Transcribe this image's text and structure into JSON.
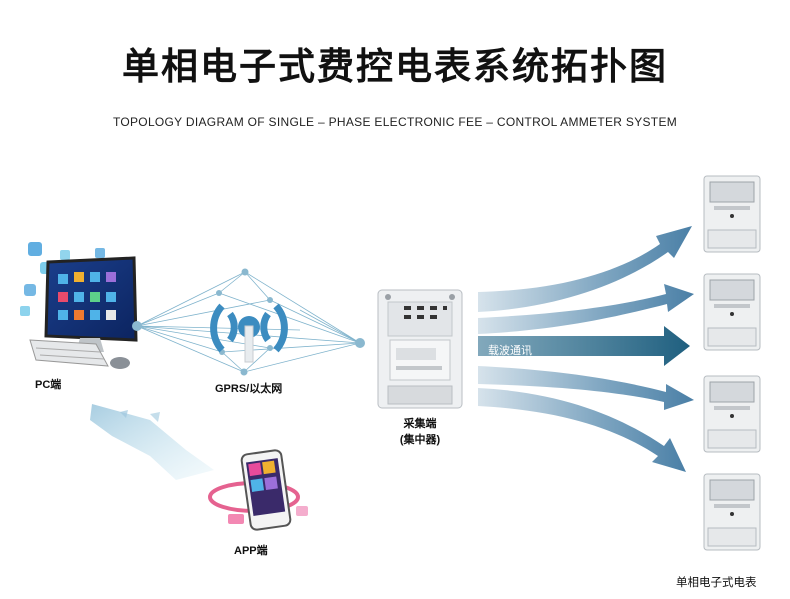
{
  "title": "单相电子式费控电表系统拓扑图",
  "subtitle": "TOPOLOGY DIAGRAM OF SINGLE – PHASE ELECTRONIC FEE – CONTROL AMMETER SYSTEM",
  "nodes": {
    "pc": "PC端",
    "network": "GPRS/以太网",
    "collector_line1": "采集端",
    "collector_line2": "(集中器)",
    "app": "APP端",
    "meters": "单相电子式电表"
  },
  "arrow_label": "载波通讯",
  "colors": {
    "arrow_blue": "#5b8db0",
    "arrow_dark": "#2f6f8f",
    "net_line": "#7fb3cc",
    "wifi_blue": "#3c8cc0",
    "screen_blue": "#1a4a9c"
  }
}
